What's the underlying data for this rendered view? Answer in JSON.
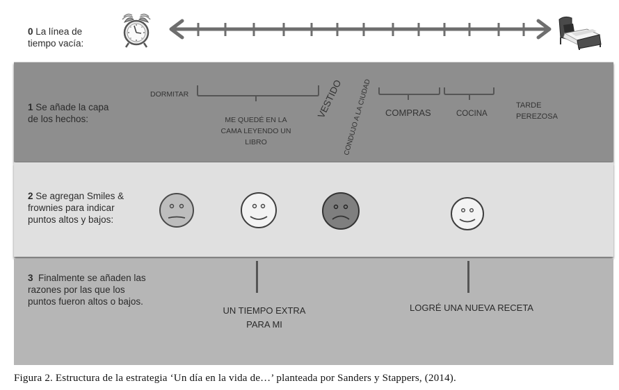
{
  "steps": {
    "step0": {
      "number": "0",
      "line1": "La línea de",
      "line2": "tiempo vacía:"
    },
    "step1": {
      "number": "1",
      "line1": "Se añade la capa",
      "line2": "de los hechos:"
    },
    "step2": {
      "number": "2",
      "line1": "Se agregan  Smiles &",
      "line2": "frownies para indicar",
      "line3": "puntos altos y bajos:"
    },
    "step3": {
      "number": "3",
      "line1": "Finalmente se añaden las",
      "line2": "razones por las que los",
      "line3": "puntos fueron altos o bajos."
    }
  },
  "timeline": {
    "start_icon": "alarm-clock-icon",
    "end_icon": "bed-icon",
    "tick_count": 13,
    "line_color": "#6e6e6e"
  },
  "facts": {
    "dormitar": "DORMITAR",
    "leyendo_line1": "ME QUEDÉ EN LA",
    "leyendo_line2": "CAMA LEYENDO UN",
    "leyendo_line3": "LIBRO",
    "vestido": "VESTIDO",
    "conduje": "CONDUJO A LA CIUDAD",
    "compras": "COMPRAS",
    "cocina": "COCINA",
    "tarde_line1": "TARDE",
    "tarde_line2": "PEREZOSA"
  },
  "faces": [
    {
      "type": "neutral-frown",
      "fill": "#bdbdbd"
    },
    {
      "type": "smile",
      "fill": "#f3f3f3"
    },
    {
      "type": "frown",
      "fill": "#7f7f7f"
    },
    {
      "type": "smile",
      "fill": "#f3f3f3"
    }
  ],
  "reasons": {
    "reason1_line1": "UN TIEMPO EXTRA",
    "reason1_line2": "PARA MI",
    "reason2": "LOGRÉ UNA NUEVA RECETA"
  },
  "colors": {
    "band1": "#8e8e8e",
    "band2": "#e0e0e0",
    "band3": "#b6b6b6"
  },
  "caption": "Figura 2. Estructura de la estrategia ‘Un día en la vida de…’ planteada por Sanders y Stappers, (2014)."
}
